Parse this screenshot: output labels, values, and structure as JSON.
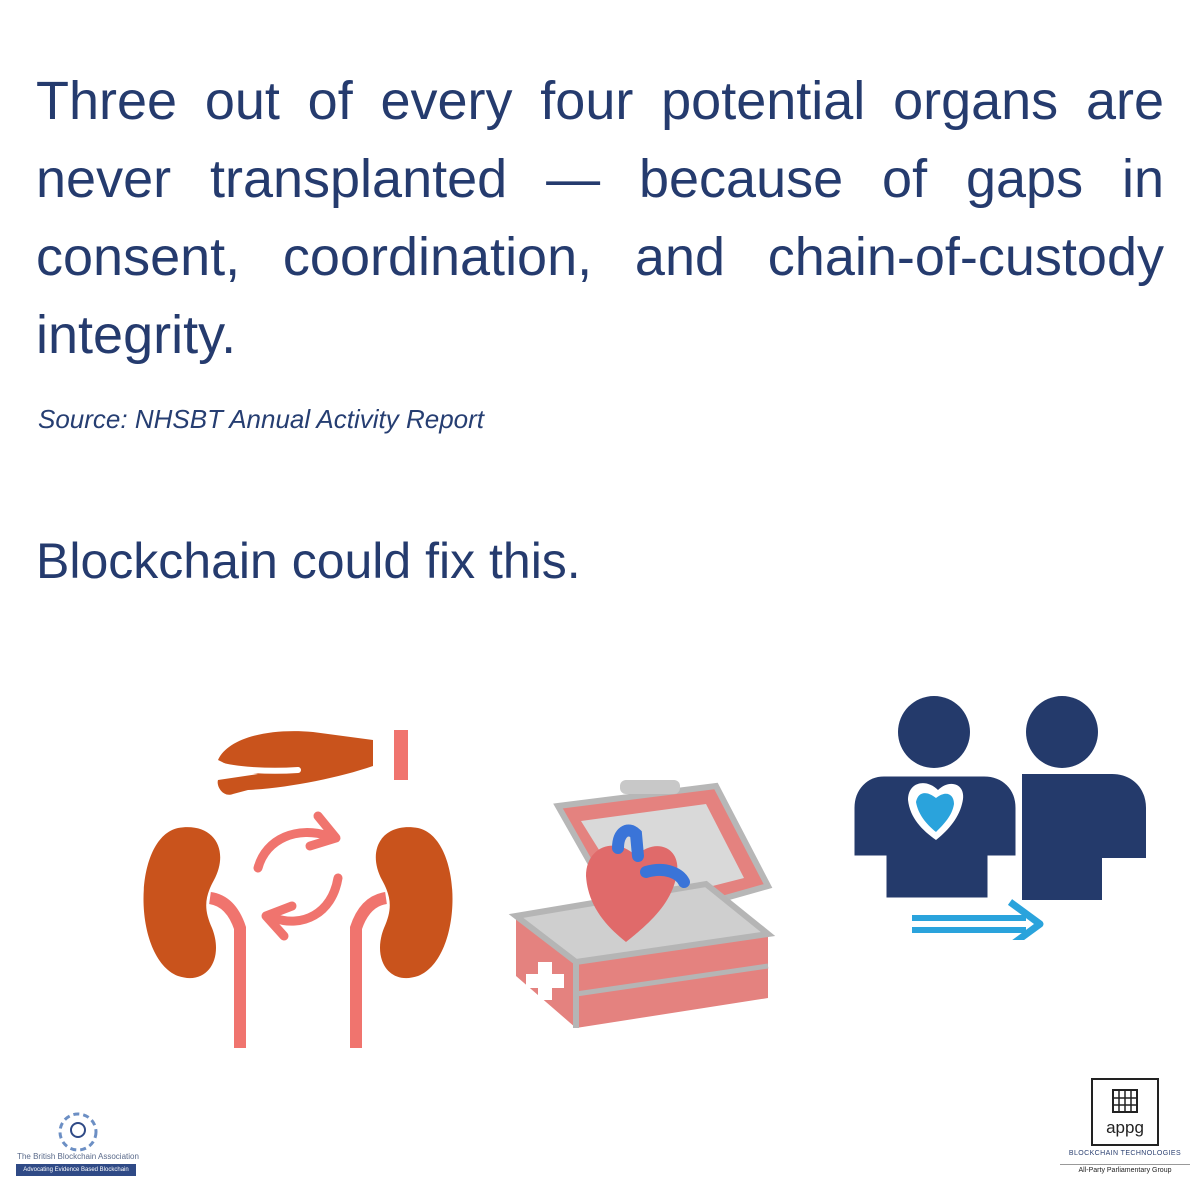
{
  "headline": "Three out of every four potential organs are never transplanted — because of gaps in consent, coordination, and chain-of-custody integrity.",
  "source": "Source: NHSBT Annual Activity Report",
  "tagline": "Blockchain could fix this.",
  "logos": {
    "left": {
      "name": "The British Blockchain Association",
      "tagline": "Advocating Evidence Based Blockchain"
    },
    "right": {
      "mark": "appg",
      "line1": "BLOCKCHAIN TECHNOLOGIES",
      "line2": "All-Party Parliamentary Group"
    }
  },
  "colors": {
    "text": "#253b6e",
    "kidney": "#c9531c",
    "ureter": "#f0746e",
    "people": "#243a6b",
    "arrow": "#2aa3dc",
    "box": "#e4827f"
  },
  "icons": [
    "kidney-exchange-icon",
    "organ-transport-box-icon",
    "donor-recipient-icon"
  ]
}
